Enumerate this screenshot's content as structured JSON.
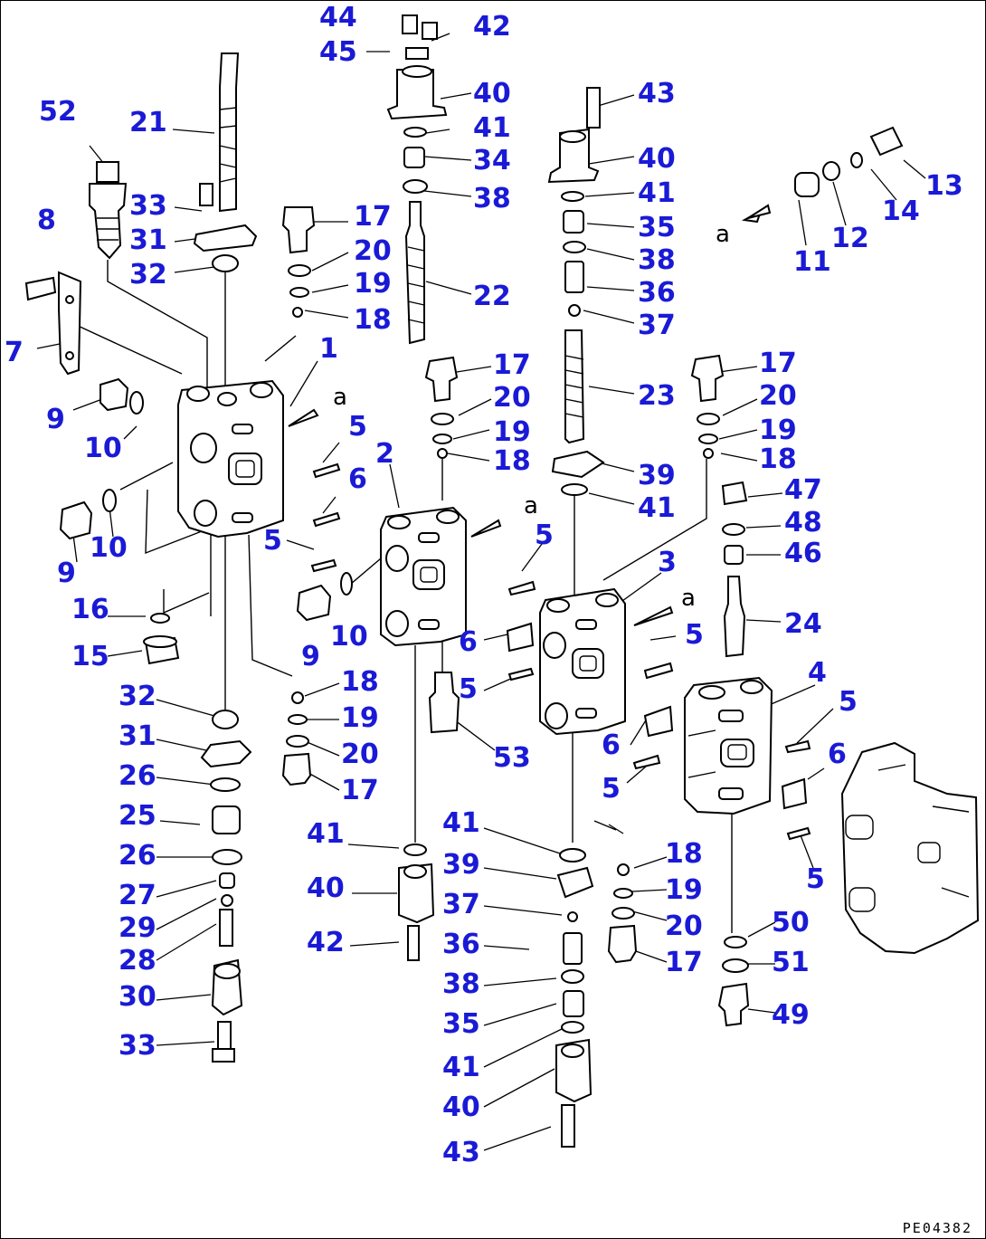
{
  "figure_code": "PE04382",
  "callouts": [
    {
      "id": "c44",
      "text": "44"
    },
    {
      "id": "c45",
      "text": "45"
    },
    {
      "id": "c42a",
      "text": "42"
    },
    {
      "id": "c40a",
      "text": "40"
    },
    {
      "id": "c41a",
      "text": "41"
    },
    {
      "id": "c34",
      "text": "34"
    },
    {
      "id": "c38a",
      "text": "38"
    },
    {
      "id": "c22",
      "text": "22"
    },
    {
      "id": "c52",
      "text": "52"
    },
    {
      "id": "c21",
      "text": "21"
    },
    {
      "id": "c33a",
      "text": "33"
    },
    {
      "id": "c31a",
      "text": "31"
    },
    {
      "id": "c32a",
      "text": "32"
    },
    {
      "id": "c8",
      "text": "8"
    },
    {
      "id": "c7",
      "text": "7"
    },
    {
      "id": "c9a",
      "text": "9"
    },
    {
      "id": "c10a",
      "text": "10"
    },
    {
      "id": "c9b",
      "text": "9"
    },
    {
      "id": "c10b",
      "text": "10"
    },
    {
      "id": "c17a",
      "text": "17"
    },
    {
      "id": "c20a",
      "text": "20"
    },
    {
      "id": "c19a",
      "text": "19"
    },
    {
      "id": "c18a",
      "text": "18"
    },
    {
      "id": "c1",
      "text": "1"
    },
    {
      "id": "c43a",
      "text": "43"
    },
    {
      "id": "c40b",
      "text": "40"
    },
    {
      "id": "c41b",
      "text": "41"
    },
    {
      "id": "c35a",
      "text": "35"
    },
    {
      "id": "c38b",
      "text": "38"
    },
    {
      "id": "c36a",
      "text": "36"
    },
    {
      "id": "c37a",
      "text": "37"
    },
    {
      "id": "c23",
      "text": "23"
    },
    {
      "id": "c39a",
      "text": "39"
    },
    {
      "id": "c41c",
      "text": "41"
    },
    {
      "id": "c13",
      "text": "13"
    },
    {
      "id": "c14",
      "text": "14"
    },
    {
      "id": "c12",
      "text": "12"
    },
    {
      "id": "c11",
      "text": "11"
    },
    {
      "id": "c17b",
      "text": "17"
    },
    {
      "id": "c20b",
      "text": "20"
    },
    {
      "id": "c19b",
      "text": "19"
    },
    {
      "id": "c18b",
      "text": "18"
    },
    {
      "id": "c17c",
      "text": "17"
    },
    {
      "id": "c20c",
      "text": "20"
    },
    {
      "id": "c19c",
      "text": "19"
    },
    {
      "id": "c18c",
      "text": "18"
    },
    {
      "id": "c47",
      "text": "47"
    },
    {
      "id": "c48",
      "text": "48"
    },
    {
      "id": "c46",
      "text": "46"
    },
    {
      "id": "c24",
      "text": "24"
    },
    {
      "id": "c5a",
      "text": "5"
    },
    {
      "id": "c6a",
      "text": "6"
    },
    {
      "id": "c5b",
      "text": "5"
    },
    {
      "id": "c2",
      "text": "2"
    },
    {
      "id": "c10c",
      "text": "10"
    },
    {
      "id": "c9c",
      "text": "9"
    },
    {
      "id": "c5c",
      "text": "5"
    },
    {
      "id": "c3",
      "text": "3"
    },
    {
      "id": "c6b",
      "text": "6"
    },
    {
      "id": "c5d",
      "text": "5"
    },
    {
      "id": "c5e",
      "text": "5"
    },
    {
      "id": "c53",
      "text": "53"
    },
    {
      "id": "c4",
      "text": "4"
    },
    {
      "id": "c5f",
      "text": "5"
    },
    {
      "id": "c6c",
      "text": "6"
    },
    {
      "id": "c6d",
      "text": "6"
    },
    {
      "id": "c5g",
      "text": "5"
    },
    {
      "id": "c5h",
      "text": "5"
    },
    {
      "id": "c16",
      "text": "16"
    },
    {
      "id": "c15",
      "text": "15"
    },
    {
      "id": "c32b",
      "text": "32"
    },
    {
      "id": "c31b",
      "text": "31"
    },
    {
      "id": "c26a",
      "text": "26"
    },
    {
      "id": "c25",
      "text": "25"
    },
    {
      "id": "c26b",
      "text": "26"
    },
    {
      "id": "c27",
      "text": "27"
    },
    {
      "id": "c29",
      "text": "29"
    },
    {
      "id": "c28",
      "text": "28"
    },
    {
      "id": "c30",
      "text": "30"
    },
    {
      "id": "c33b",
      "text": "33"
    },
    {
      "id": "c18d",
      "text": "18"
    },
    {
      "id": "c19d",
      "text": "19"
    },
    {
      "id": "c20d",
      "text": "20"
    },
    {
      "id": "c17d",
      "text": "17"
    },
    {
      "id": "c41d",
      "text": "41"
    },
    {
      "id": "c40c",
      "text": "40"
    },
    {
      "id": "c42b",
      "text": "42"
    },
    {
      "id": "c41e",
      "text": "41"
    },
    {
      "id": "c39b",
      "text": "39"
    },
    {
      "id": "c37b",
      "text": "37"
    },
    {
      "id": "c36b",
      "text": "36"
    },
    {
      "id": "c38c",
      "text": "38"
    },
    {
      "id": "c35b",
      "text": "35"
    },
    {
      "id": "c41f",
      "text": "41"
    },
    {
      "id": "c40d",
      "text": "40"
    },
    {
      "id": "c43b",
      "text": "43"
    },
    {
      "id": "c18e",
      "text": "18"
    },
    {
      "id": "c19e",
      "text": "19"
    },
    {
      "id": "c20e",
      "text": "20"
    },
    {
      "id": "c17e",
      "text": "17"
    },
    {
      "id": "c50",
      "text": "50"
    },
    {
      "id": "c51",
      "text": "51"
    },
    {
      "id": "c49",
      "text": "49"
    }
  ],
  "view_marks": [
    {
      "id": "a1",
      "text": "a"
    },
    {
      "id": "a2",
      "text": "a"
    },
    {
      "id": "a3",
      "text": "a"
    },
    {
      "id": "a4",
      "text": "a"
    }
  ]
}
